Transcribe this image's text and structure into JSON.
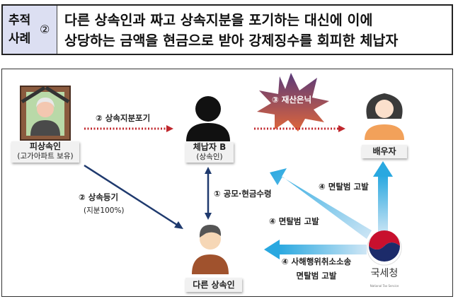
{
  "header": {
    "tag": "추적 사례",
    "number": "②",
    "title_line1": "다른 상속인과 짜고 상속지분을 포기하는 대신에 이에",
    "title_line2": "상당하는 금액을 현금으로 받아 강제징수를 회피한 체납자"
  },
  "nodes": {
    "deceased": {
      "name": "피상속인",
      "sub": "(고가아파트 보유)"
    },
    "delinquent": {
      "name": "체납자 B",
      "sub": "(상속인)"
    },
    "spouse": {
      "name": "배우자"
    },
    "other_heir": {
      "name": "다른 상속인"
    },
    "nts": {
      "name": "국세청",
      "sub": "National Tax Service"
    }
  },
  "edges": {
    "waive": "② 상속지분포기",
    "registration": "② 상속등기",
    "registration_sub": "(지분100%)",
    "conspiracy": "① 공모·현금수령",
    "hide": "③ 재산은닉",
    "charge_spouse": "④ 면탈범 고발",
    "charge_b": "④ 면탈범 고발",
    "lawsuit": "④ 사해행위취소소송",
    "lawsuit_sub": "면탈범 고발"
  },
  "colors": {
    "header_left": "#dcdff2",
    "red_arrow": "#c0272d",
    "navy_arrow": "#1f3a6e",
    "blue_arrow": "#29a8e0"
  }
}
